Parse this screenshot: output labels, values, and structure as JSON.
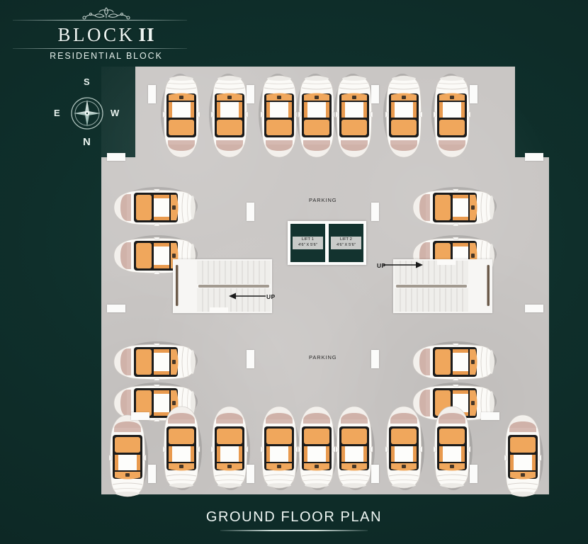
{
  "header": {
    "block_title": "BLOCK",
    "block_numeral": "II",
    "subtitle": "RESIDENTIAL BLOCK",
    "ornament_icon": "filigree-ornament-icon"
  },
  "compass": {
    "icon": "compass-rose-icon",
    "north": "N",
    "south": "S",
    "east": "E",
    "west": "W"
  },
  "plan": {
    "parking_label_top": "PARKING",
    "parking_label_bottom": "PARKING",
    "lifts": [
      {
        "name": "LIFT 1",
        "size": "4'6\" X 5'6\""
      },
      {
        "name": "LIFT 2",
        "size": "4'6\" X 5'6\""
      }
    ],
    "stairs": [
      {
        "id": "stair-left",
        "direction_label": "UP",
        "arrow": "arrow-left-icon"
      },
      {
        "id": "stair-right",
        "direction_label": "UP",
        "arrow": "arrow-right-icon"
      }
    ]
  },
  "footer": {
    "title": "GROUND FLOOR PLAN"
  },
  "colors": {
    "background_dark": "#0d2b28",
    "background_mid": "#133a35",
    "slab": "#c9c6c4",
    "lift_fill": "#13332f",
    "car_body": "#fbfaf7",
    "car_interior": "#f0a75c",
    "text_light": "#eef6f3",
    "text_dark": "#1a1a1a"
  },
  "chart_data": {
    "type": "table",
    "title": "GROUND FLOOR PLAN - BLOCK II",
    "cars": {
      "top_row_count": 7,
      "bottom_row_count": 7,
      "left_column_count": 4,
      "right_column_count": 4,
      "corner_count": 2,
      "total": 24
    }
  }
}
